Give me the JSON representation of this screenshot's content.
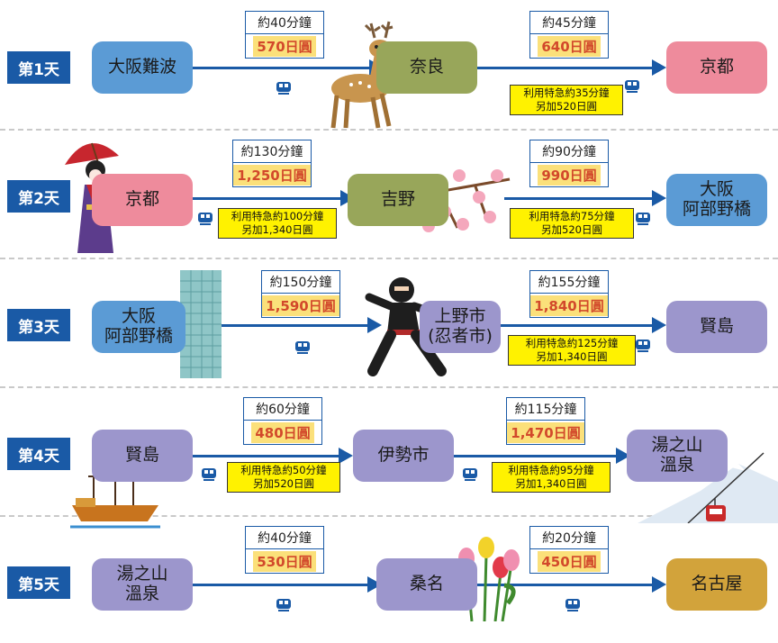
{
  "days": [
    {
      "label": "第1天",
      "stations": [
        "大阪難波",
        "奈良",
        "京都"
      ],
      "legs": [
        {
          "time": "約40分鐘",
          "price": "570日圓",
          "express": ""
        },
        {
          "time": "約45分鐘",
          "price": "640日圓",
          "express": "利用特急約35分鐘\n另加520日圓"
        }
      ]
    },
    {
      "label": "第2天",
      "stations": [
        "京都",
        "吉野",
        "大阪\n阿部野橋"
      ],
      "legs": [
        {
          "time": "約130分鐘",
          "price": "1,250日圓",
          "express": "利用特急約100分鐘\n另加1,340日圓"
        },
        {
          "time": "約90分鐘",
          "price": "990日圓",
          "express": "利用特急約75分鐘\n另加520日圓"
        }
      ]
    },
    {
      "label": "第3天",
      "stations": [
        "大阪\n阿部野橋",
        "上野市\n(忍者市)",
        "賢島"
      ],
      "legs": [
        {
          "time": "約150分鐘",
          "price": "1,590日圓",
          "express": ""
        },
        {
          "time": "約155分鐘",
          "price": "1,840日圓",
          "express": "利用特急約125分鐘\n另加1,340日圓"
        }
      ]
    },
    {
      "label": "第4天",
      "stations": [
        "賢島",
        "伊勢市",
        "湯之山\n溫泉"
      ],
      "legs": [
        {
          "time": "約60分鐘",
          "price": "480日圓",
          "express": "利用特急約50分鐘\n另加520日圓"
        },
        {
          "time": "約115分鐘",
          "price": "1,470日圓",
          "express": "利用特急約95分鐘\n另加1,340日圓"
        }
      ]
    },
    {
      "label": "第5天",
      "stations": [
        "湯之山\n溫泉",
        "桑名",
        "名古屋"
      ],
      "legs": [
        {
          "time": "約40分鐘",
          "price": "530日圓",
          "express": ""
        },
        {
          "time": "約20分鐘",
          "price": "450日圓",
          "express": ""
        }
      ]
    }
  ],
  "colors": {
    "accent": "#1a5aa6",
    "price_text": "#d2492b",
    "price_bg": "#fbe07a",
    "express_bg": "#fff200",
    "station_blue": "#5b9bd5",
    "station_green": "#98a65a",
    "station_pink": "#ee8b9c",
    "station_purple": "#9c96cc",
    "station_gold": "#d2a33b"
  },
  "icons": [
    "train-icon",
    "deer-illustration",
    "geisha-illustration",
    "sakura-illustration",
    "skyscraper-illustration",
    "ninja-illustration",
    "ship-illustration",
    "ropeway-illustration",
    "tulip-illustration"
  ]
}
